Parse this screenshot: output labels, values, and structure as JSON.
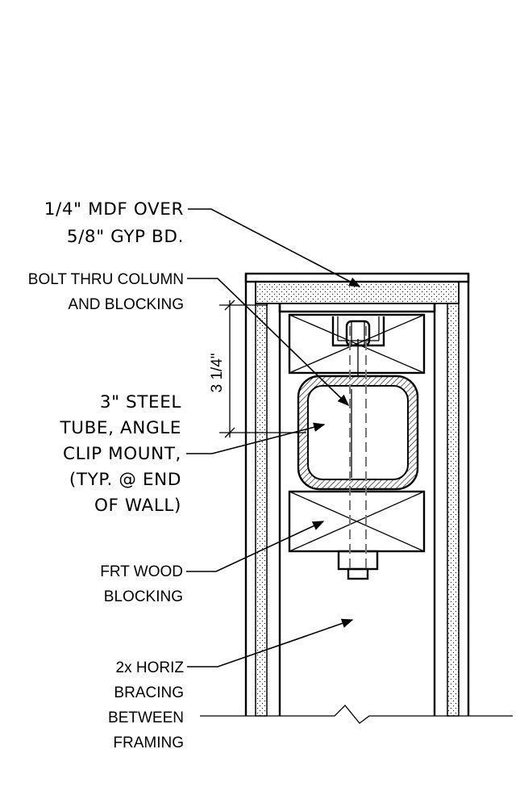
{
  "labels": {
    "mdf": [
      "1/4\" MDF OVER",
      "5/8\" GYP BD."
    ],
    "bolt": [
      "BOLT THRU COLUMN",
      "AND BLOCKING"
    ],
    "tube": [
      "3\" STEEL",
      "TUBE, ANGLE",
      "CLIP MOUNT,",
      "(TYP. @ END",
      "OF WALL)"
    ],
    "frt": [
      "FRT WOOD",
      "BLOCKING"
    ],
    "bracing": [
      "2x HORIZ",
      "BRACING",
      "BETWEEN",
      "FRAMING"
    ]
  },
  "dimension": {
    "text": "3 1/4\""
  }
}
